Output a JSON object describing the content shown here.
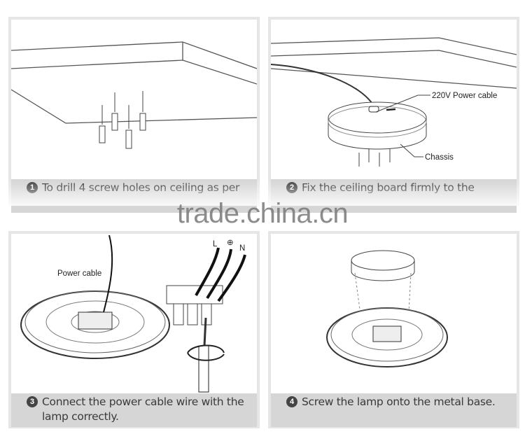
{
  "steps": [
    {
      "number": "1",
      "text": "To drill 4 screw holes on ceiling as per"
    },
    {
      "number": "2",
      "text": "Fix the ceiling board firmly to the"
    },
    {
      "number": "3",
      "text": "Connect the power cable wire with the lamp correctly."
    },
    {
      "number": "4",
      "text": "Screw the lamp onto the metal base."
    }
  ],
  "labels": {
    "power_cable_220v": "220V Power cable",
    "chassis": "Chassis",
    "power_cable": "Power cable",
    "live": "L",
    "earth": "⊕",
    "neutral": "N"
  },
  "watermark": "trade.china.cn"
}
